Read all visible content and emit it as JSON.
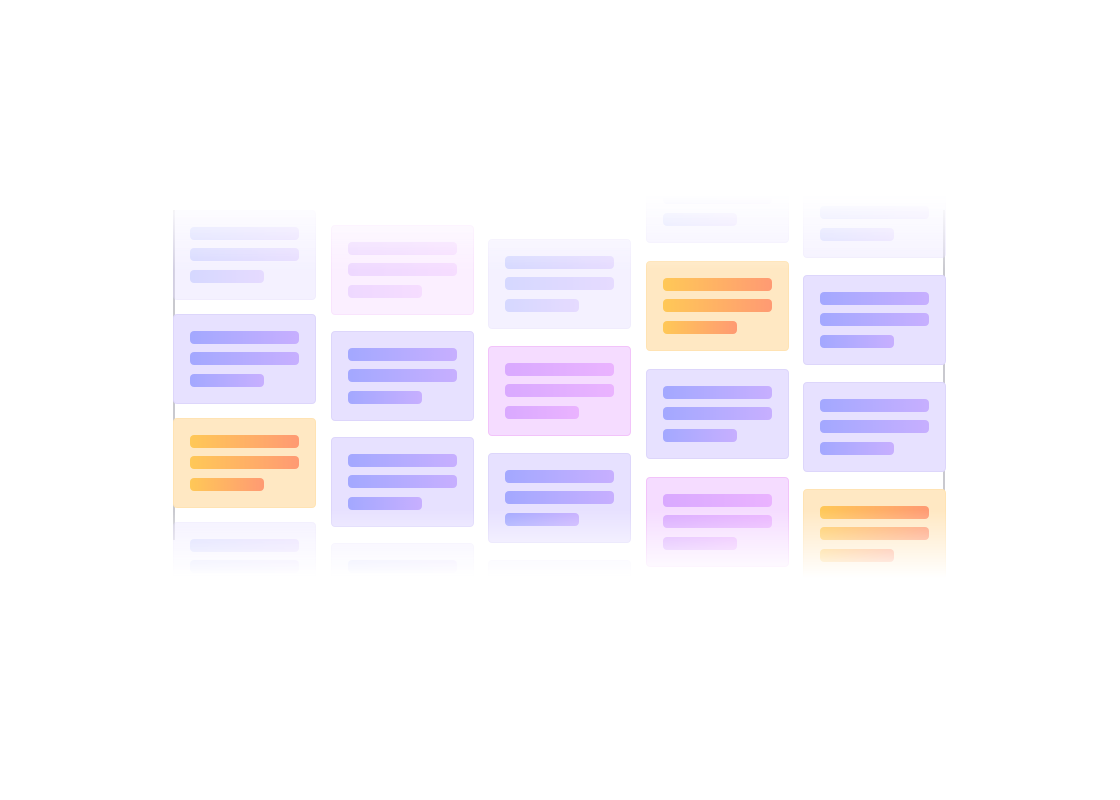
{
  "illustration": {
    "name": "kanban-cards-grid",
    "colors": {
      "blue": "#a3a8ff",
      "purple": "#c7afff",
      "orange": "#ff9a73",
      "yellow": "#ffc857",
      "pink": "#d9a9ff"
    },
    "columns": [
      {
        "cards": [
          "blue-faint",
          "blue",
          "orange",
          "blue-faint"
        ]
      },
      {
        "cards": [
          "pink-faint",
          "blue",
          "blue",
          "blue-faint"
        ]
      },
      {
        "cards": [
          "blue-faint",
          "pink",
          "blue",
          "blue-faint"
        ]
      },
      {
        "cards": [
          "blue-faint",
          "orange",
          "blue",
          "pink"
        ]
      },
      {
        "cards": [
          "blue-faint",
          "blue",
          "blue",
          "orange"
        ]
      }
    ]
  }
}
